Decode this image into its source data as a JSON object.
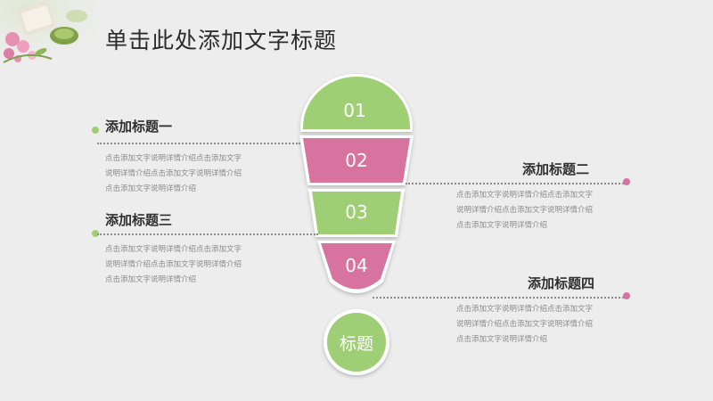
{
  "title": "单击此处添加文字标题",
  "colors": {
    "green": "#9fcf74",
    "pink": "#d8739f",
    "dot_line": "#8c8c8c"
  },
  "segments": [
    {
      "label": "01"
    },
    {
      "label": "02"
    },
    {
      "label": "03"
    },
    {
      "label": "04"
    }
  ],
  "ball_label": "标题",
  "sections": [
    {
      "heading": "添加标题一",
      "body": [
        "点击添加文字说明详情介绍点击添加文字",
        "说明详情介绍点击添加文字说明详情介绍",
        "点击添加文字说明详情介绍"
      ]
    },
    {
      "heading": "添加标题二",
      "body": [
        "点击添加文字说明详情介绍点击添加文字",
        "说明详情介绍点击添加文字说明详情介绍",
        "点击添加文字说明详情介绍"
      ]
    },
    {
      "heading": "添加标题三",
      "body": [
        "点击添加文字说明详情介绍点击添加文字",
        "说明详情介绍点击添加文字说明详情介绍",
        "点击添加文字说明详情介绍"
      ]
    },
    {
      "heading": "添加标题四",
      "body": [
        "点击添加文字说明详情介绍点击添加文字",
        "说明详情介绍点击添加文字说明详情介绍",
        "点击添加文字说明详情介绍"
      ]
    }
  ]
}
